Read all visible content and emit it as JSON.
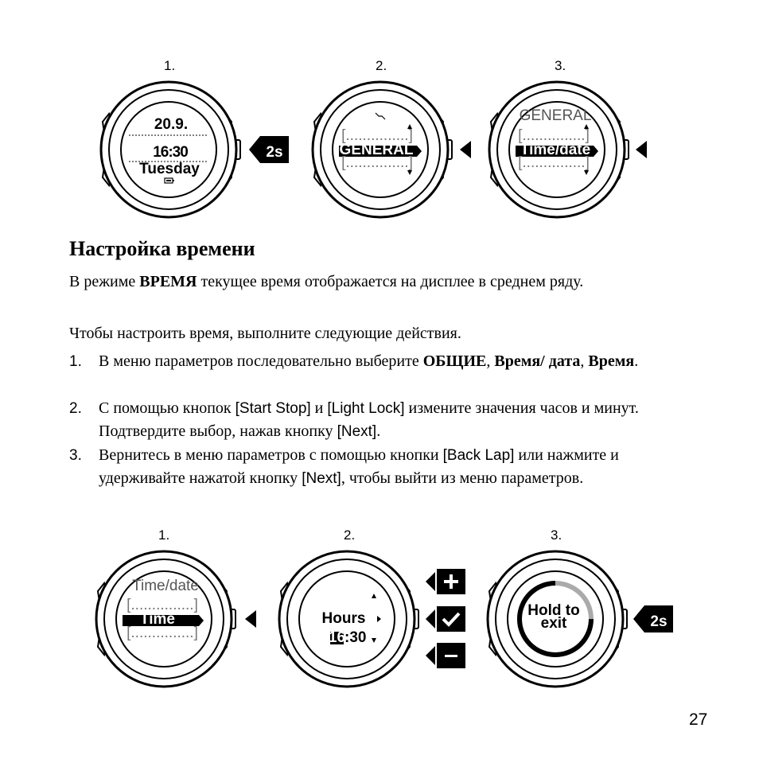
{
  "top_figure": {
    "steps": [
      "1.",
      "2.",
      "3."
    ],
    "watch1": {
      "date": "20.9.",
      "time": "16:30",
      "day": "Tuesday"
    },
    "watch2": {
      "placeholder_top": "[...............]",
      "highlight": "GENERAL",
      "placeholder_bottom": "[...............]"
    },
    "watch3": {
      "menu_title": "GENERAL",
      "placeholder_top": "[...............]",
      "highlight": "Time/date",
      "placeholder_bottom": "[...............]"
    },
    "hold_badge": "2s"
  },
  "heading": "Настройка времени",
  "intro": {
    "before": "В режиме ",
    "bold": "ВРЕМЯ",
    "after": " текущее время отображается на дисплее в среднем ряду."
  },
  "instruction": "Чтобы настроить время, выполните следующие действия.",
  "steps": [
    {
      "num": "1.",
      "t1": "В меню параметров последовательно выберите ",
      "b1": "ОБЩИЕ",
      "t2": ", ",
      "b2": "Время/ дата",
      "t3": ", ",
      "b3": "Время",
      "t4": "."
    },
    {
      "num": "2.",
      "t1": "С помощью кнопок ",
      "k1": "[Start Stop]",
      "t2": " и ",
      "k2": "[Light Lock]",
      "t3": " измените значения часов и минут. Подтвердите выбор, нажав кнопку ",
      "k3": "[Next]",
      "t4": "."
    },
    {
      "num": "3.",
      "t1": "Вернитесь в меню параметров с помощью кнопки ",
      "k1": "[Back Lap]",
      "t2": " или нажмите и удерживайте нажатой кнопку ",
      "k2": "[Next]",
      "t3": ", чтобы выйти из меню параметров."
    }
  ],
  "bottom_figure": {
    "steps": [
      "1.",
      "2.",
      "3."
    ],
    "watch1": {
      "menu_title": "Time/date",
      "placeholder_top": "[...............]",
      "highlight": "Time",
      "placeholder_bottom": "[...............]"
    },
    "watch2": {
      "label": "Hours",
      "hours": "16",
      "minutes": ":30"
    },
    "watch3": {
      "line1": "Hold to",
      "line2": "exit",
      "progress": 0.25
    },
    "buttons": [
      "plus",
      "check",
      "minus"
    ],
    "hold_badge": "2s"
  },
  "page_number": "27"
}
